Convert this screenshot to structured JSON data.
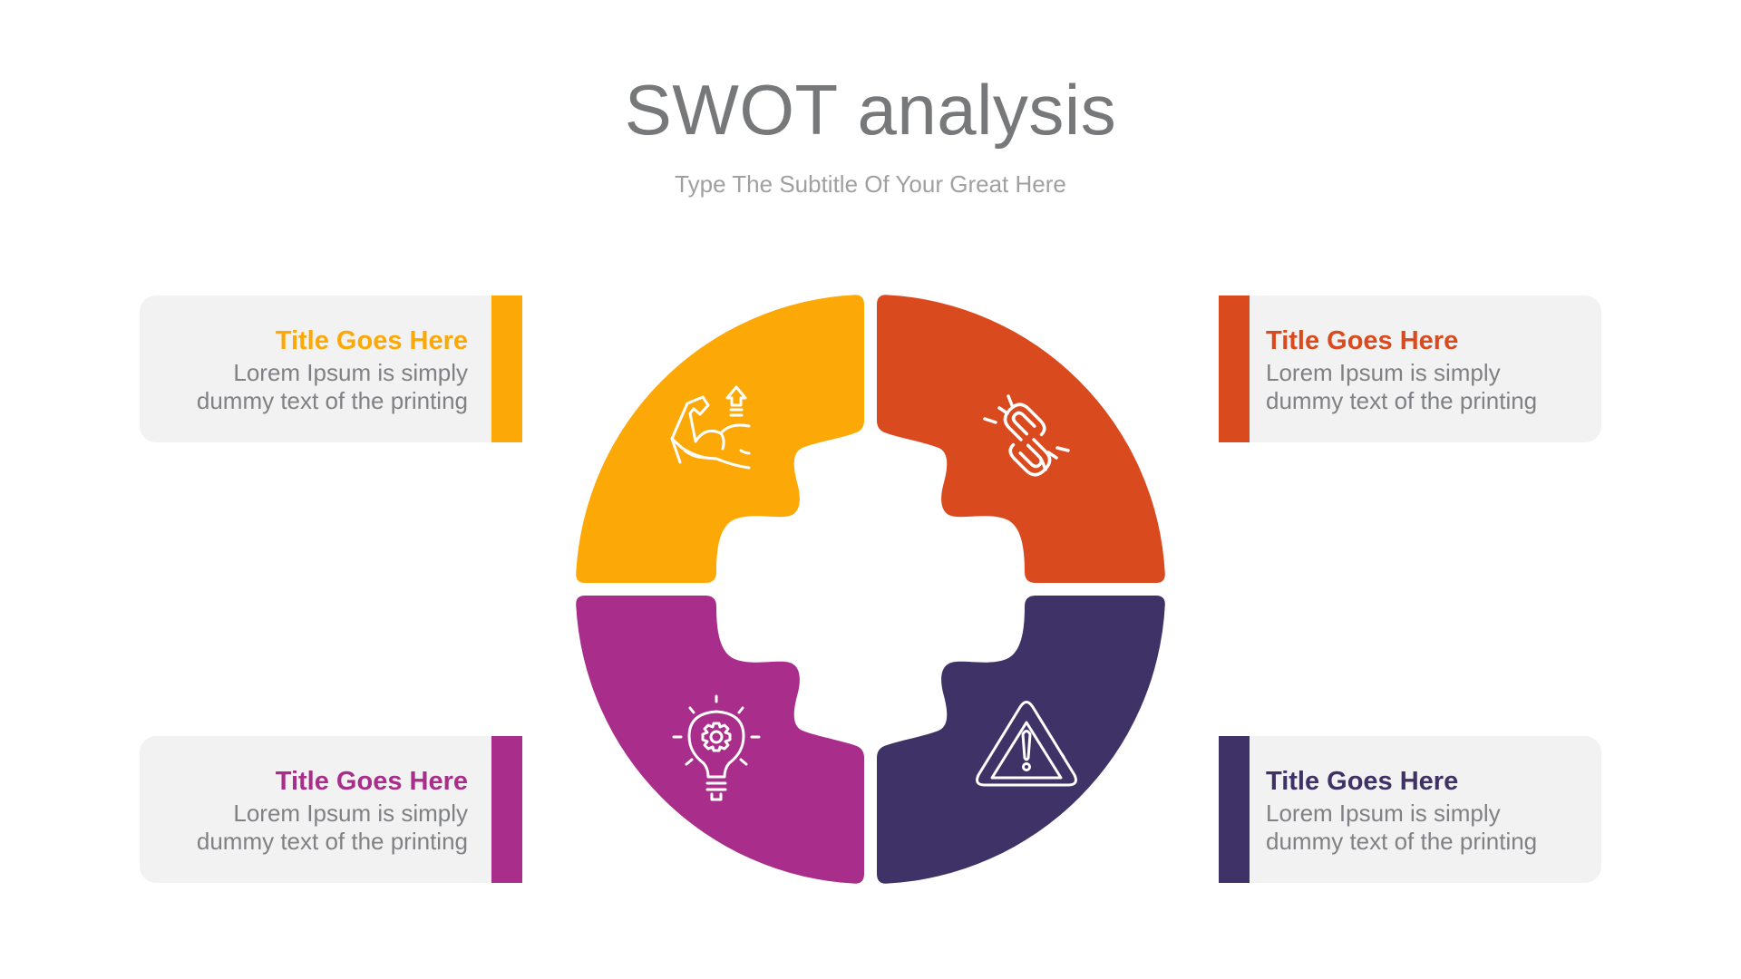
{
  "slide": {
    "title": "SWOT analysis",
    "subtitle": "Type The Subtitle Of Your Great Here"
  },
  "colors": {
    "strengths": "#FCA907",
    "weaknesses": "#DA4A1F",
    "opportunities": "#A92D8A",
    "threats": "#3E3266",
    "card_bg": "#F2F2F2",
    "body_text": "#808184"
  },
  "quadrants": [
    {
      "position": "top-left",
      "icon": "flexed-bicep-arrow-up-icon",
      "color": "#FCA907",
      "card": {
        "title": "Title Goes Here",
        "line1": "Lorem Ipsum is simply",
        "line2": "dummy text of the printing"
      }
    },
    {
      "position": "top-right",
      "icon": "broken-link-icon",
      "color": "#DA4A1F",
      "card": {
        "title": "Title Goes Here",
        "line1": "Lorem Ipsum is simply",
        "line2": "dummy text of the printing"
      }
    },
    {
      "position": "bottom-left",
      "icon": "lightbulb-gear-icon",
      "color": "#A92D8A",
      "card": {
        "title": "Title Goes Here",
        "line1": "Lorem Ipsum is simply",
        "line2": "dummy text of the printing"
      }
    },
    {
      "position": "bottom-right",
      "icon": "warning-triangle-icon",
      "color": "#3E3266",
      "card": {
        "title": "Title Goes Here",
        "line1": "Lorem Ipsum is simply",
        "line2": "dummy text of the printing"
      }
    }
  ]
}
